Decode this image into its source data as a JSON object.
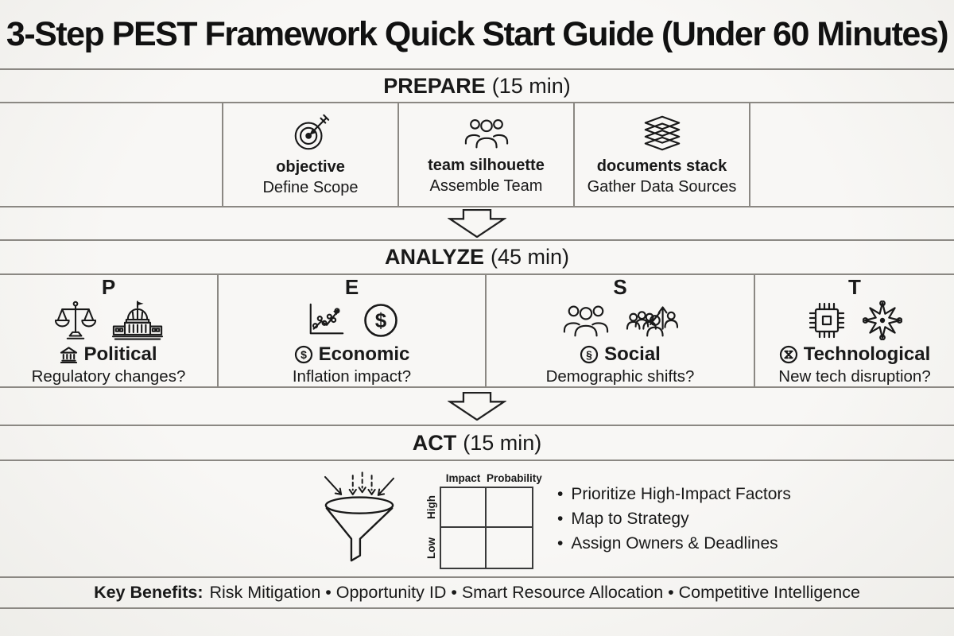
{
  "title": "3-Step PEST Framework Quick Start Guide (Under 60 Minutes)",
  "glyphs": {
    "dollar": "$",
    "section": "§",
    "bullet": "•"
  },
  "prepare": {
    "heading": "PREPARE",
    "time": "(15 min)",
    "items": [
      {
        "icon": "target-icon",
        "label": "objective",
        "sublabel": "Define Scope"
      },
      {
        "icon": "team-silhouette-icon",
        "label": "team silhouette",
        "sublabel": "Assemble Team"
      },
      {
        "icon": "documents-stack-icon",
        "label": "documents stack",
        "sublabel": "Gather Data Sources"
      }
    ]
  },
  "analyze": {
    "heading": "ANALYZE",
    "time": "(45 min)",
    "columns": [
      {
        "letter": "P",
        "label": "Political",
        "question": "Regulatory changes?",
        "icons": [
          "scales-icon",
          "capitol-icon"
        ],
        "inline_icon": "bank-icon"
      },
      {
        "letter": "E",
        "label": "Economic",
        "question": "Inflation impact?",
        "icons": [
          "trend-chart-icon",
          "dollar-circle-icon"
        ],
        "inline_icon": "dollar-circle-small-icon"
      },
      {
        "letter": "S",
        "label": "Social",
        "question": "Demographic shifts?",
        "icons": [
          "people-group-icon",
          "crowd-growth-icon"
        ],
        "inline_icon": "section-circle-icon"
      },
      {
        "letter": "T",
        "label": "Technological",
        "question": "New tech disruption?",
        "icons": [
          "chip-icon",
          "atom-icon"
        ],
        "inline_icon": "tech-circle-icon"
      }
    ]
  },
  "act": {
    "heading": "ACT",
    "time": "(15 min)",
    "funnel_icon": "funnel-icon",
    "matrix": {
      "col_headers": [
        "Impact",
        "Probability"
      ],
      "row_headers": [
        "High",
        "Low"
      ]
    },
    "bullets": [
      "Prioritize High-Impact Factors",
      "Map to Strategy",
      "Assign Owners & Deadlines"
    ]
  },
  "footer": {
    "label": "Key Benefits:",
    "text": "Risk Mitigation • Opportunity ID • Smart Resource Allocation • Competitive Intelligence"
  },
  "colors": {
    "ink": "#191919",
    "paper": "#f6f5f2",
    "rule": "#8b8883"
  }
}
